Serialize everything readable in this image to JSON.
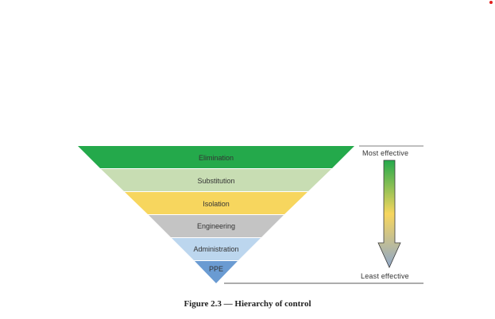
{
  "tiers": [
    {
      "label": "Elimination",
      "color": "#24a94b"
    },
    {
      "label": "Substitution",
      "color": "#c8ddb3"
    },
    {
      "label": "Isolation",
      "color": "#f7d65e"
    },
    {
      "label": "Engineering",
      "color": "#c4c4c4"
    },
    {
      "label": "Administration",
      "color": "#bcd6ee"
    },
    {
      "label": "PPE",
      "color": "#6a9bd2"
    }
  ],
  "scale": {
    "top_label": "Most effective",
    "bottom_label": "Least effective",
    "gradient": [
      "#24a94b",
      "#f7d65e",
      "#8fa7c9"
    ]
  },
  "caption": "Figure 2.3 — Hierarchy of control"
}
